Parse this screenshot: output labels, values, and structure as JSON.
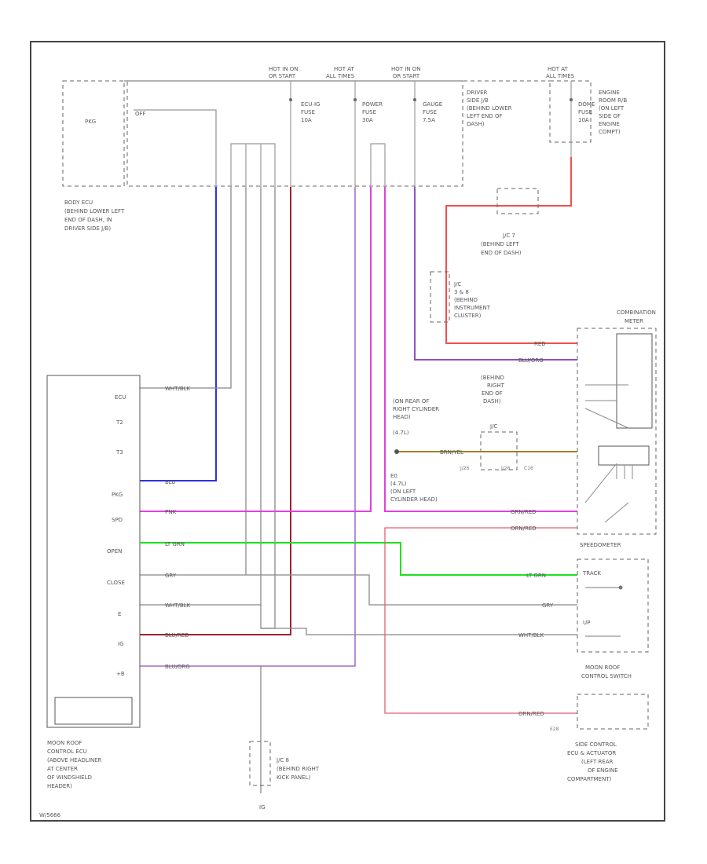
{
  "labels": {
    "hot_acc": [
      "HOT IN ON",
      "OR START"
    ],
    "hot_at_mid": [
      "HOT AT",
      "ALL TIMES"
    ],
    "hot_on": [
      "HOT IN ON",
      "OR START"
    ],
    "hot_at_right": [
      "HOT AT",
      "ALL TIMES"
    ],
    "fuse_echo": [
      "ECU-IG",
      "FUSE",
      "10A"
    ],
    "fuse_power": [
      "POWER",
      "FUSE",
      "30A"
    ],
    "fuse_gauge": [
      "GAUGE",
      "FUSE",
      "7.5A"
    ],
    "fuse_dome": [
      "DOME",
      "FUSE",
      "10A"
    ],
    "driver_jb": [
      "DRIVER",
      "SIDE J/B",
      "(BEHIND LOWER",
      "LEFT END OF",
      "DASH)"
    ],
    "engine_room": [
      "ENGINE",
      "ROOM R/B",
      "(ON LEFT",
      "SIDE OF",
      "ENGINE",
      "COMPT)"
    ],
    "pkg": "PKG",
    "off": "OFF",
    "body_ecu": [
      "BODY ECU",
      "(BEHIND LOWER LEFT",
      "END OF DASH, IN",
      "DRIVER SIDE J/B)"
    ],
    "jc7": [
      "J/C 7",
      "(BEHIND LEFT",
      "END OF DASH)"
    ],
    "jc_behind": [
      "J/C",
      "3 & 8",
      "(BEHIND",
      "INSTRUMENT",
      "CLUSTER)"
    ],
    "combination_meter": [
      "COMBINATION",
      "METER"
    ],
    "jc_right": [
      "(BEHIND",
      "RIGHT",
      "END OF",
      "DASH)",
      "J/C"
    ],
    "ground_right": [
      "(ON REAR OF",
      "RIGHT CYLINDER",
      "HEAD)",
      "(4.7L)"
    ],
    "ground_left": [
      "E0",
      "(4.7L)",
      "(ON LEFT",
      "CYLINDER HEAD)"
    ],
    "ecu_pins": [
      "ECU",
      "T2",
      "T3",
      "PKG",
      "SPD",
      "OPEN",
      "CLOSE",
      "E",
      "IG",
      "+B"
    ],
    "moon_ecu": [
      "MOON ROOF",
      "CONTROL ECU",
      "(ABOVE HEADLINER",
      "AT CENTER",
      "OF WINDSHIELD",
      "HEADER)"
    ],
    "jc8": [
      "J/C 8",
      "(BEHIND RIGHT",
      "KICK PANEL)"
    ],
    "ground_ig": "IG",
    "speedometer": "SPEEDOMETER",
    "moon_switch": [
      "MOON ROOF",
      "CONTROL SWITCH"
    ],
    "sw_labels": [
      "TRACK",
      "UP"
    ],
    "fuel_ecu": [
      "SIDE CONTROL",
      "ECU & ACTUATOR",
      "(LEFT REAR",
      "OF ENGINE",
      "COMPARTMENT)"
    ],
    "e28": "E28",
    "connectors": [
      "J/26",
      "J/26",
      "C16"
    ],
    "footer_code": "W/5666"
  },
  "wires": {
    "blu": "BLU",
    "wht_blk": "WHT/BLK",
    "pnk": "PNK",
    "lt_grn": "LT GRN",
    "gry": "GRY",
    "blu_red": "BLU/RED",
    "blu_org": "BLU/ORG",
    "red": "RED",
    "blk_yel": "BRN/YEL",
    "grn_red": "GRN/RED",
    "orn_red": "ORN/RED"
  },
  "colors": {
    "blue": "#3030e0",
    "magenta": "#e040e0",
    "green": "#20e020",
    "red": "#f05050",
    "darkred": "#a02030",
    "purple": "#9050c0",
    "gray": "#808080",
    "olive": "#a08020",
    "pinkred": "#e06070"
  }
}
